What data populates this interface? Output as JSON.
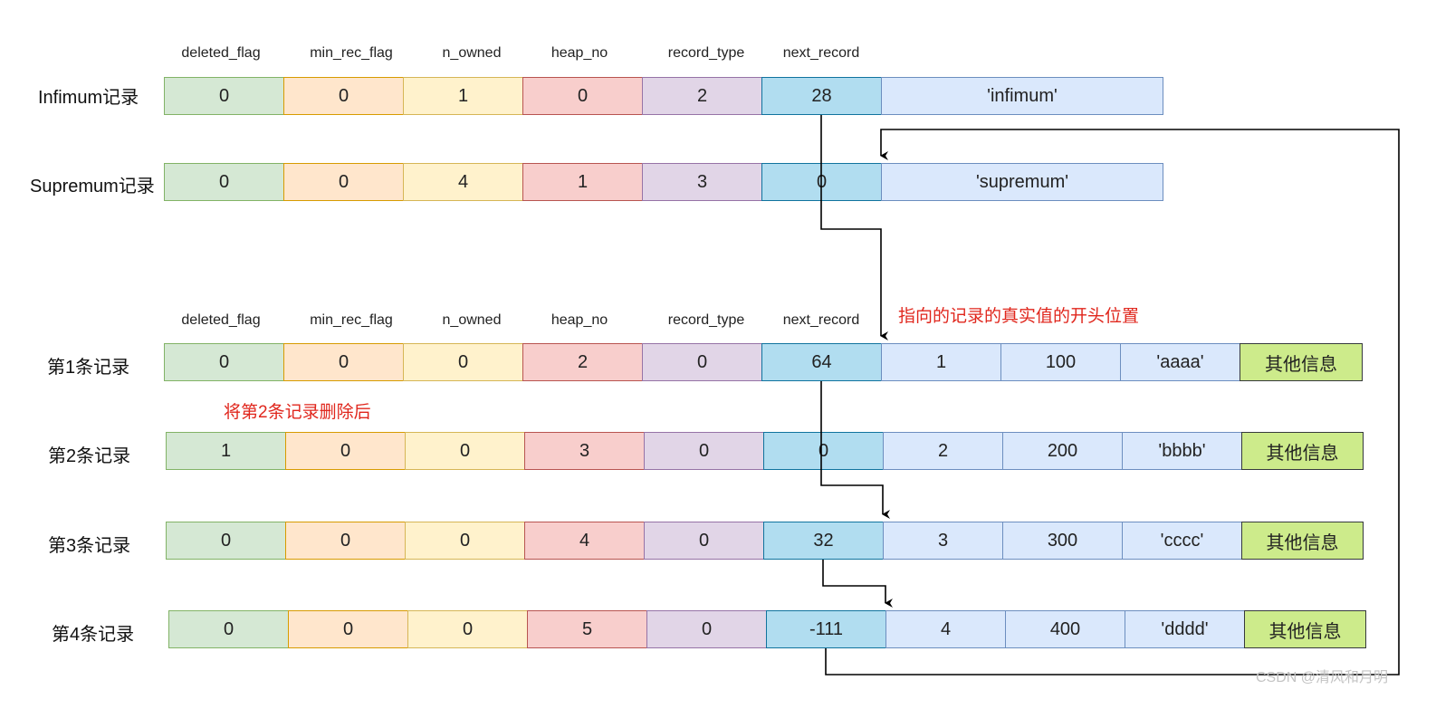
{
  "headers": [
    "deleted_flag",
    "min_rec_flag",
    "n_owned",
    "heap_no",
    "record_type",
    "next_record"
  ],
  "top_records": [
    {
      "label": "Infimum记录",
      "fields": [
        "0",
        "0",
        "1",
        "0",
        "2",
        "28"
      ],
      "data": "'infimum'"
    },
    {
      "label": "Supremum记录",
      "fields": [
        "0",
        "0",
        "4",
        "1",
        "3",
        "0"
      ],
      "data": "'supremum'"
    }
  ],
  "user_records": [
    {
      "label": "第1条记录",
      "fields": [
        "0",
        "0",
        "0",
        "2",
        "0",
        "64"
      ],
      "values": [
        "1",
        "100",
        "'aaaa'"
      ],
      "other": "其他信息"
    },
    {
      "label": "第2条记录",
      "fields": [
        "1",
        "0",
        "0",
        "3",
        "0",
        "0"
      ],
      "values": [
        "2",
        "200",
        "'bbbb'"
      ],
      "other": "其他信息"
    },
    {
      "label": "第3条记录",
      "fields": [
        "0",
        "0",
        "0",
        "4",
        "0",
        "32"
      ],
      "values": [
        "3",
        "300",
        "'cccc'"
      ],
      "other": "其他信息"
    },
    {
      "label": "第4条记录",
      "fields": [
        "0",
        "0",
        "0",
        "5",
        "0",
        "-111"
      ],
      "values": [
        "4",
        "400",
        "'dddd'"
      ],
      "other": "其他信息"
    }
  ],
  "annotations": {
    "pointer_note": "指向的记录的真实值的开头位置",
    "delete_note": "将第2条记录删除后"
  },
  "watermark": "CSDN @清风和月明",
  "colors": {
    "deleted_flag": "#d5e8d4",
    "min_rec_flag": "#ffe6cc",
    "n_owned": "#fff2cc",
    "heap_no": "#f8cecc",
    "record_type": "#e1d5e7",
    "next_record": "#b1ddf0",
    "data": "#dae8fc",
    "other": "#cdeb8b",
    "note": "#e0261c"
  }
}
